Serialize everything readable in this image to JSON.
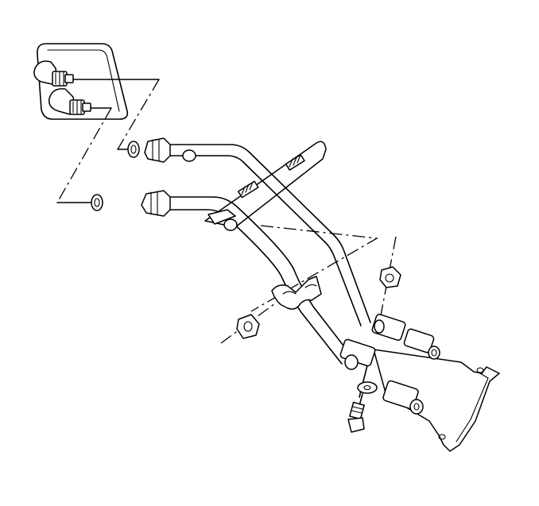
{
  "diagram": {
    "kind": "exploded-view-line-drawing",
    "line_color": "#000000",
    "background_color": "#ffffff",
    "parts": [
      "bracket-block",
      "upper-fitting",
      "lower-fitting",
      "upper-seal-washer",
      "lower-seal-washer",
      "upper-pipe",
      "lower-pipe",
      "upper-tube-nut",
      "lower-tube-nut",
      "mounting-plate",
      "pipe-clip",
      "clip-nut",
      "upper-nut",
      "lower-washer",
      "bolt",
      "hose-end-assembly"
    ]
  }
}
